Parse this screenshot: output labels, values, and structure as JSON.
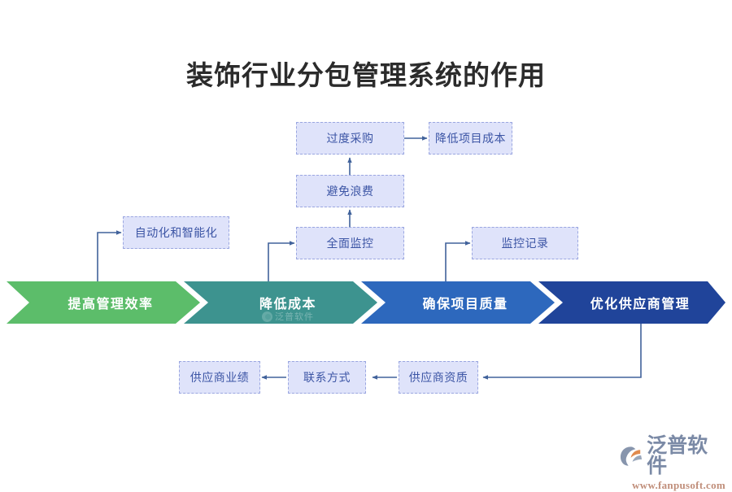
{
  "page": {
    "title": "装饰行业分包管理系统的作用",
    "background": "#ffffff"
  },
  "stages": [
    {
      "label": "提高管理效率",
      "color": "#5cbd6a"
    },
    {
      "label": "降低成本",
      "color": "#3d938f"
    },
    {
      "label": "确保项目质量",
      "color": "#2d68bd"
    },
    {
      "label": "优化供应商管理",
      "color": "#20449a"
    }
  ],
  "nodes": [
    {
      "id": "over-purchase",
      "label": "过度采购"
    },
    {
      "id": "reduce-cost",
      "label": "降低项目成本"
    },
    {
      "id": "avoid-waste",
      "label": "避免浪费"
    },
    {
      "id": "automation",
      "label": "自动化和智能化"
    },
    {
      "id": "full-monitor",
      "label": "全面监控"
    },
    {
      "id": "monitor-record",
      "label": "监控记录"
    },
    {
      "id": "supplier-perf",
      "label": "供应商业绩"
    },
    {
      "id": "contact-method",
      "label": "联系方式"
    },
    {
      "id": "supplier-qualify",
      "label": "供应商资质"
    }
  ],
  "colors": {
    "node_fill": "#dfe3fa",
    "node_border": "#9aa6e0",
    "node_text": "#3c55a5",
    "connector": "#41629b",
    "title_text": "#2b2b2b"
  },
  "watermark": {
    "text": "泛普软件"
  },
  "brand": {
    "name": "泛普软件",
    "url": "www.fanpusoft.com"
  }
}
